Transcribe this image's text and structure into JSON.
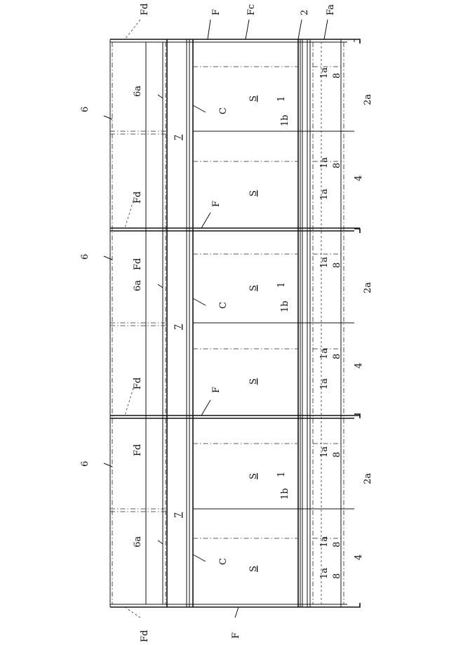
{
  "labels": {
    "fd": "Fd",
    "f": "F",
    "fc": "Fc",
    "fa": "Fa",
    "n2": "2",
    "n2a": "2a",
    "n1": "1",
    "n1a": "1a",
    "n1b": "1b",
    "n8": "8",
    "n4": "4",
    "s": "S",
    "c": "C",
    "n7": "7",
    "n6": "6",
    "n6a": "6a"
  }
}
